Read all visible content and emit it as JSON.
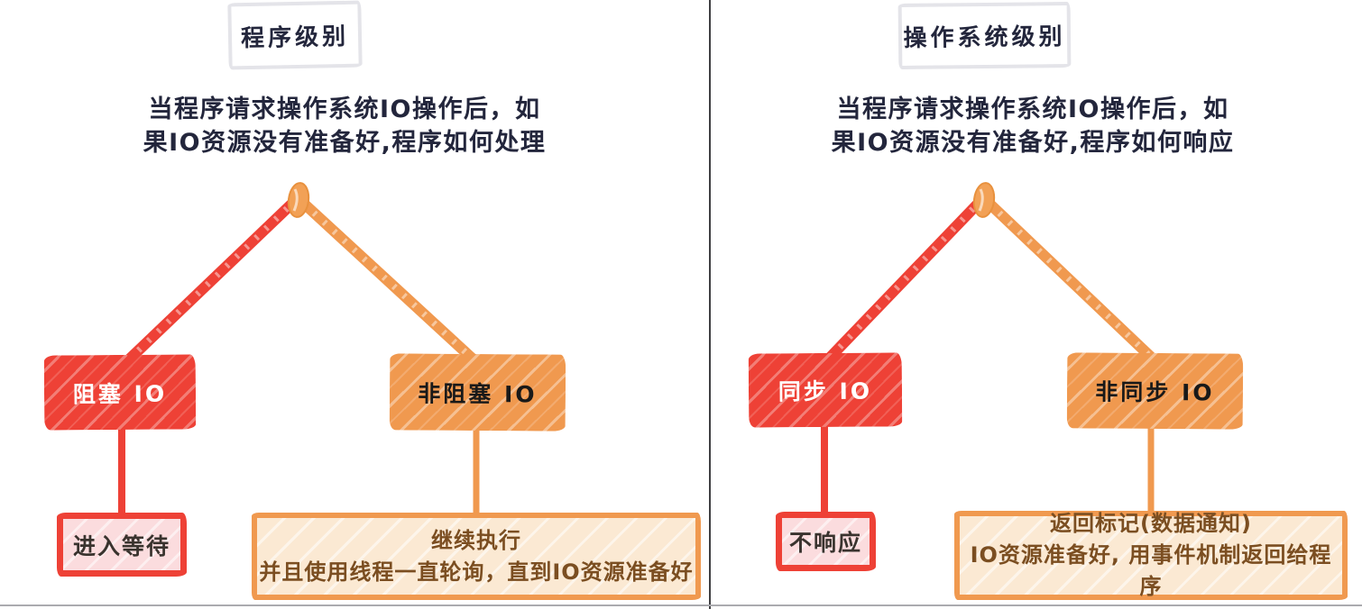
{
  "colors": {
    "red": "#ee4136",
    "orange": "#f0994f",
    "pink_bg": "#fbdcde",
    "peach_bg": "#fbe9d3",
    "ink": "#23263c",
    "brown_text": "#7b4e21"
  },
  "left_panel": {
    "title": "程序级别",
    "question": {
      "line1": "当程序请求操作系统IO操作后，如",
      "line2": "果IO资源没有准备好,程序如何处理"
    },
    "blocking_node": "阻塞 IO",
    "nonblocking_node": "非阻塞 IO",
    "blocking_result": "进入等待",
    "nonblocking_result": {
      "line1": "继续执行",
      "line2": "并且使用线程一直轮询，直到IO资源准备好"
    }
  },
  "right_panel": {
    "title": "操作系统级别",
    "question": {
      "line1": "当程序请求操作系统IO操作后，如",
      "line2": "果IO资源没有准备好,程序如何响应"
    },
    "sync_node": "同步 IO",
    "async_node": "非同步 IO",
    "sync_result": "不响应",
    "async_result": {
      "line1": "返回标记(数据通知)",
      "line2": "IO资源准备好, 用事件机制返回给程序"
    }
  }
}
